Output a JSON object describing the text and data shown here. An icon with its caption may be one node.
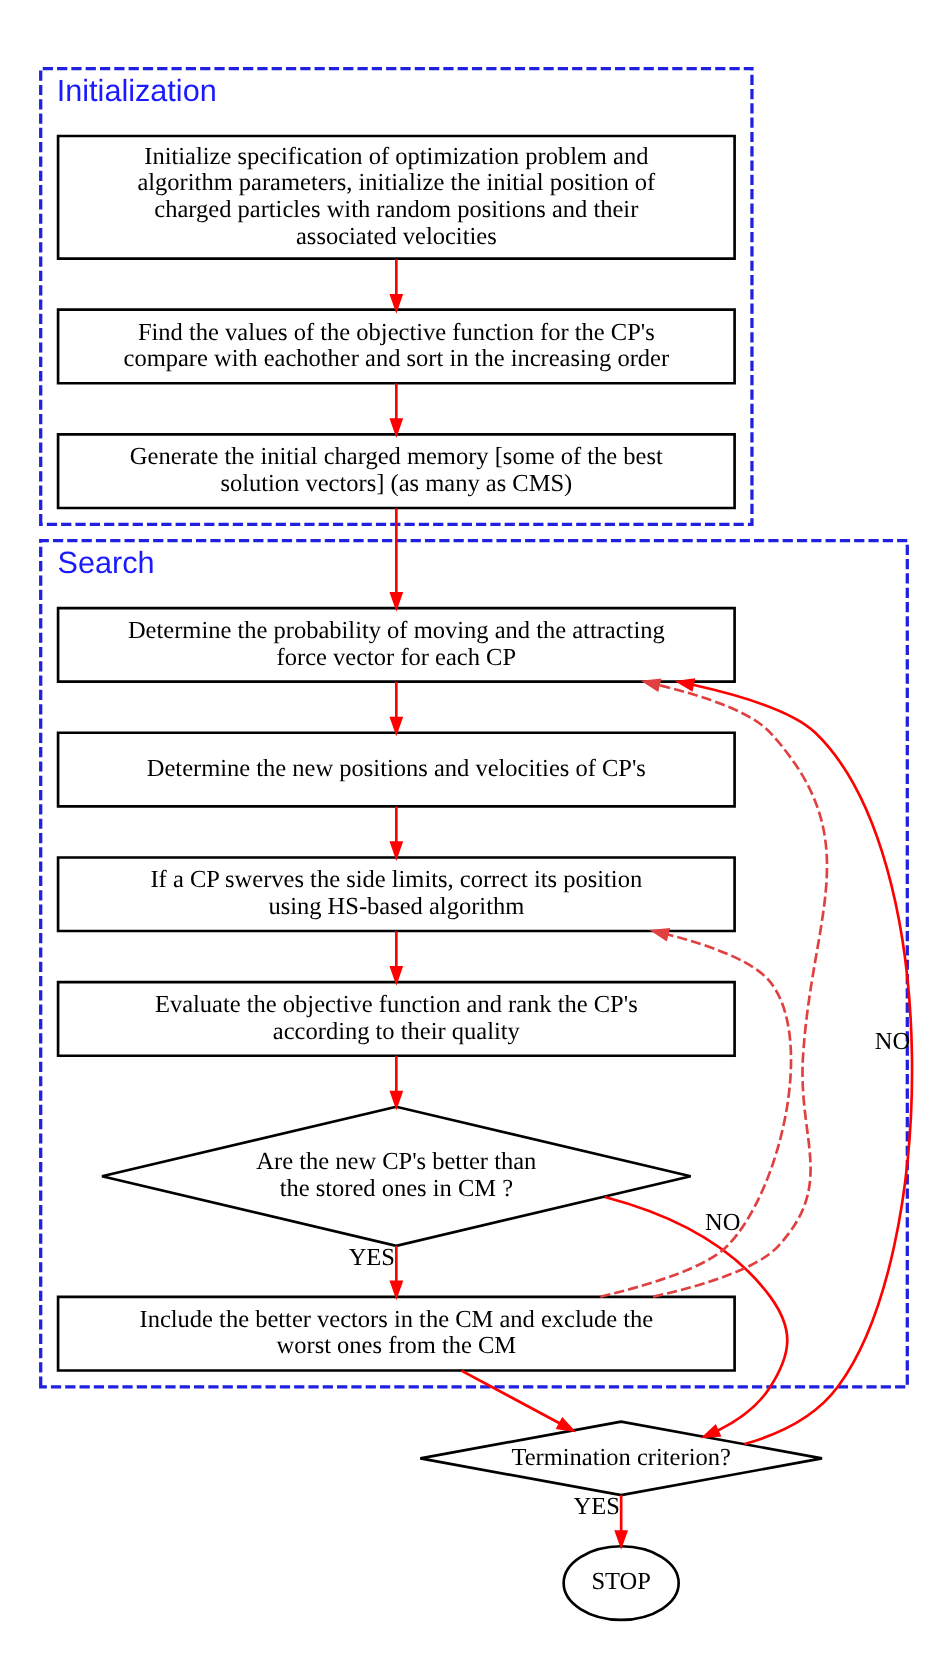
{
  "diagram": {
    "nodes": [
      {
        "text": [
          "Initialization"
        ]
      },
      {
        "text": [
          "Initialize specification of optimization problem and algorithm parameters, initialize the initial position of charged particles with random positions and their associated velocities"
        ],
        "in": 0
      },
      {
        "text": [
          "Find the values of the objective function for the CP's compare with eachother and sort in the increasing order"
        ],
        "in": 0
      },
      {
        "text": [
          "Generate the initial charged memory [some of the best solution vectors] (as many as CMS)"
        ],
        "in": 0
      },
      {
        "text": [
          "Search"
        ]
      },
      {
        "text": [
          "Determine the probability of moving and the attracting force vector for each CP"
        ],
        "in": 4
      },
      {
        "text": [
          "Determine the new positions and velocities of CP's"
        ],
        "in": 4
      },
      {
        "text": [
          "If a CP swerves the side limits, correct its position using HS-based algorithm"
        ],
        "in": 4
      },
      {
        "text": [
          "Evaluate the objective function and rank the CP's according to their quality"
        ],
        "in": 4
      },
      {
        "text": [
          "Are the new CP's better than the stored ones in CM ?"
        ],
        "in": 4
      },
      {
        "text": [
          "Include the better vectors in the CM and exclude the worst ones from the CM"
        ],
        "in": 4
      },
      {
        "text": [
          "Termination criterion?"
        ]
      },
      {
        "text": [
          "STOP"
        ]
      }
    ],
    "edges": [
      {
        "from": 1,
        "to": 2,
        "arrow": "to"
      },
      {
        "from": 2,
        "to": 3,
        "arrow": "to"
      },
      {
        "from": 3,
        "to": 5,
        "arrow": "to"
      },
      {
        "from": 5,
        "to": 6,
        "arrow": "to"
      },
      {
        "from": 6,
        "to": 7,
        "arrow": "to"
      },
      {
        "from": 7,
        "to": 8,
        "arrow": "to"
      },
      {
        "from": 8,
        "to": 9,
        "arrow": "to"
      },
      {
        "from": 9,
        "to": 10,
        "arrow": "to",
        "label": "YES"
      },
      {
        "from": 9,
        "to": 11,
        "arrow": "to",
        "label": "NO"
      },
      {
        "from": 10,
        "to": 11,
        "arrow": "to"
      },
      {
        "from": 11,
        "to": 5,
        "arrow": "to",
        "label": "NO"
      },
      {
        "from": 11,
        "to": 12,
        "arrow": "to",
        "label": "YES"
      },
      {
        "from": 10,
        "to": 5,
        "arrow": "to",
        "style": "dashed"
      },
      {
        "from": 10,
        "to": 7,
        "arrow": "to",
        "style": "dashed"
      }
    ]
  }
}
